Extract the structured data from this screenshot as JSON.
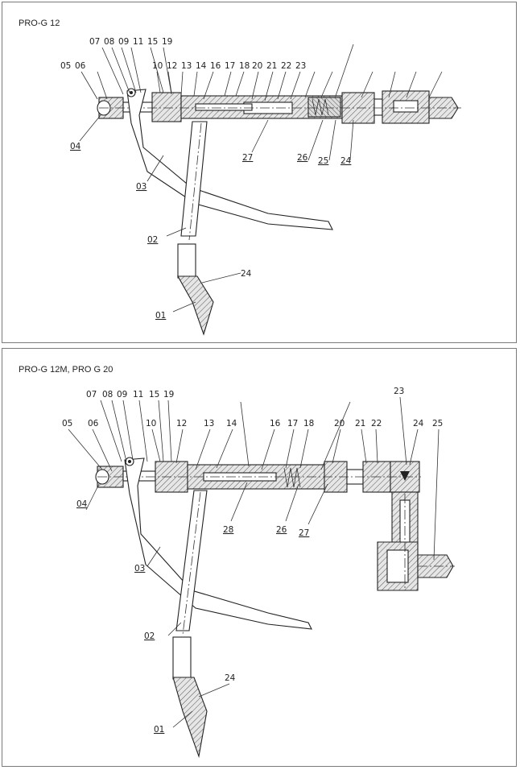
{
  "panels": [
    {
      "title": "PRO-G 12",
      "labels": {
        "p01": "01",
        "p02": "02",
        "p03": "03",
        "p04": "04",
        "p05": "05",
        "p06": "06",
        "p07": "07",
        "p08": "08",
        "p09": "09",
        "p10": "10",
        "p11": "11",
        "p12": "12",
        "p13": "13",
        "p14": "14",
        "p15": "15",
        "p16": "16",
        "p17": "17",
        "p18": "18",
        "p19": "19",
        "p20": "20",
        "p21": "21",
        "p22": "22",
        "p23": "23",
        "p24a": "24",
        "p24b": "24",
        "p25": "25",
        "p26": "26",
        "p27": "27"
      }
    },
    {
      "title": "PRO-G 12M, PRO G 20",
      "labels": {
        "p01": "01",
        "p02": "02",
        "p03": "03",
        "p04": "04",
        "p05": "05",
        "p06": "06",
        "p07": "07",
        "p08": "08",
        "p09": "09",
        "p10": "10",
        "p11": "11",
        "p12": "12",
        "p13": "13",
        "p14": "14",
        "p15": "15",
        "p16": "16",
        "p17": "17",
        "p18": "18",
        "p19": "19",
        "p20": "20",
        "p21": "21",
        "p22": "22",
        "p23": "23",
        "p24a": "24",
        "p24b": "24",
        "p25": "25",
        "p26": "26",
        "p27": "27",
        "p28": "28"
      }
    }
  ]
}
